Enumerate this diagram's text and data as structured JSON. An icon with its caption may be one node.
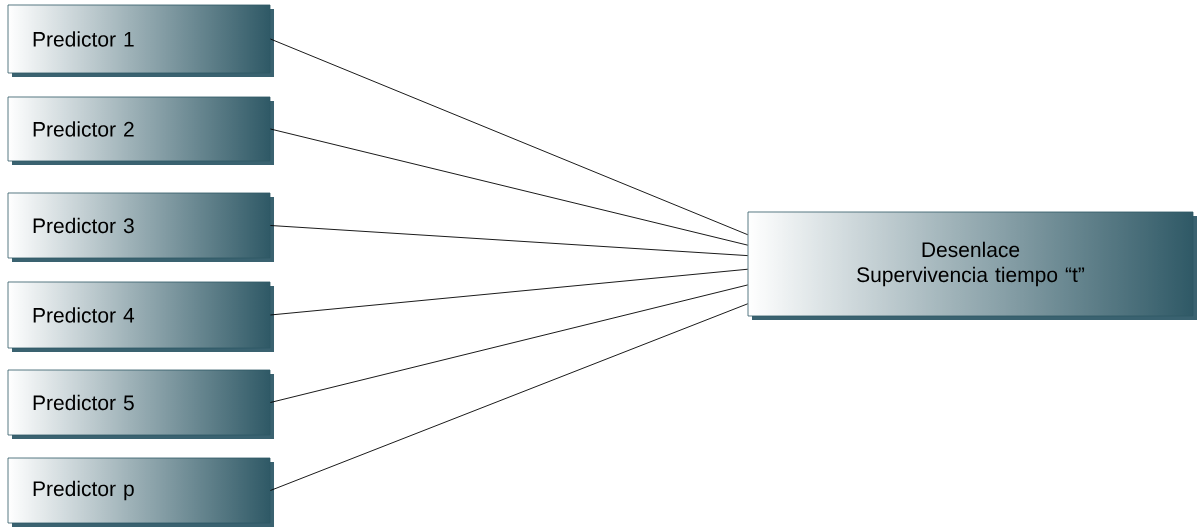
{
  "diagram": {
    "nodes": [
      {
        "text": [
          "Predictor 1"
        ]
      },
      {
        "text": [
          "Predictor 2"
        ]
      },
      {
        "text": [
          "Predictor 3"
        ]
      },
      {
        "text": [
          "Predictor 4"
        ]
      },
      {
        "text": [
          "Predictor 5"
        ]
      },
      {
        "text": [
          "Predictor p"
        ]
      },
      {
        "text": [
          "Desenlace Supervivencia tiempo “t”"
        ]
      }
    ],
    "edges": [
      {
        "from": 0,
        "to": 6,
        "arrow": "none"
      },
      {
        "from": 1,
        "to": 6,
        "arrow": "none"
      },
      {
        "from": 2,
        "to": 6,
        "arrow": "none"
      },
      {
        "from": 3,
        "to": 6,
        "arrow": "none"
      },
      {
        "from": 4,
        "to": 6,
        "arrow": "none"
      },
      {
        "from": 5,
        "to": 6,
        "arrow": "none"
      }
    ]
  }
}
